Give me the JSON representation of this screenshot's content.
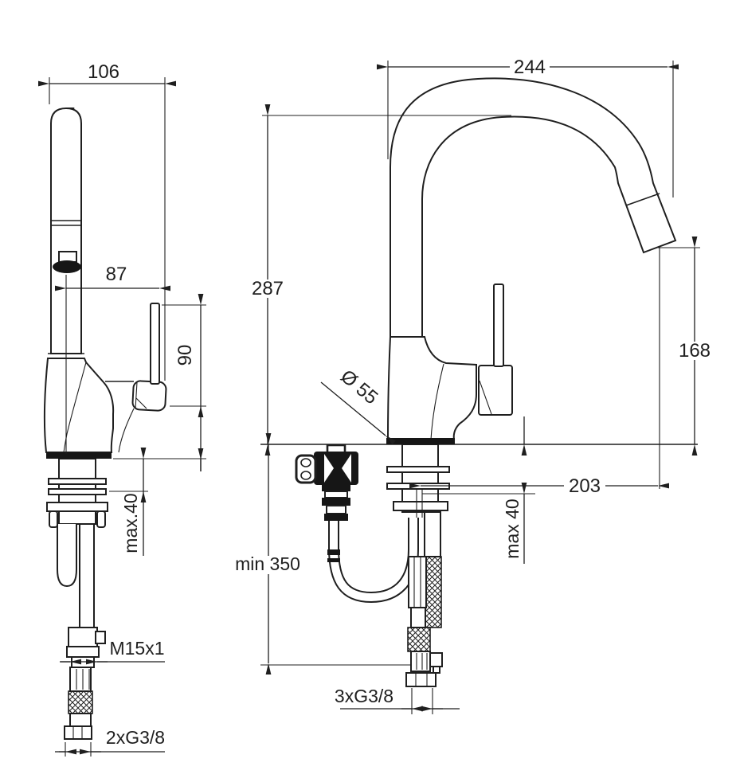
{
  "drawing": {
    "type": "technical installation drawing",
    "subject": "single-lever kitchen mixer tap with high swivel spout, two orthographic views with mounting dimensions",
    "units": "mm",
    "line_color": "#1f1f1f",
    "background": "#ffffff"
  },
  "views": {
    "left": {
      "name": "side view",
      "dims": {
        "width": "106",
        "reach": "87",
        "lever": "90",
        "deck": "max.40",
        "hose_thread": "M15x1",
        "supply_thread": "2xG3/8"
      }
    },
    "right": {
      "name": "front profile view",
      "dims": {
        "reach_overall": "244",
        "height": "287",
        "outlet_height": "168",
        "base_diameter": "Ø 55",
        "outlet_reach": "203",
        "deck": "max 40",
        "hose_length": "min 350",
        "supply_thread": "3xG3/8"
      }
    }
  }
}
